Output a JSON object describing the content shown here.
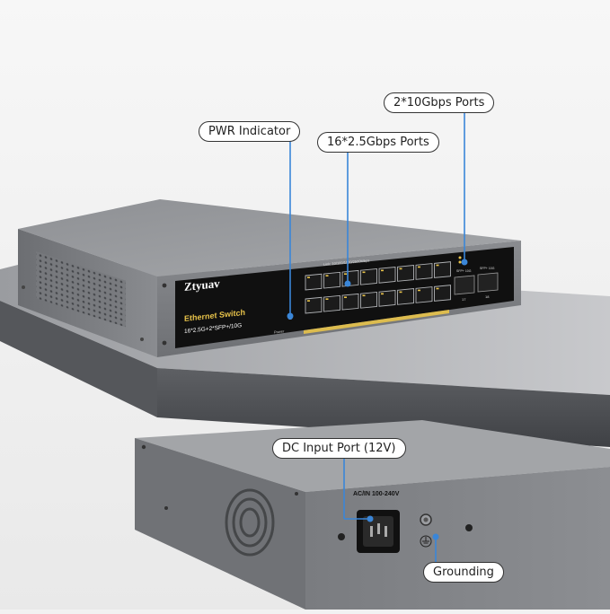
{
  "callouts": {
    "pwr_indicator": "PWR Indicator",
    "ports_2_5g": "16*2.5Gbps Ports",
    "ports_10g": "2*10Gbps Ports",
    "dc_input": "DC Input Port (12V)",
    "grounding": "Grounding"
  },
  "front_panel": {
    "brand": "Ztyuav",
    "product": "Ethernet Switch",
    "spec": "16*2.5G+2*SFP+/10G",
    "power_label": "Power",
    "port_header": "Link: 10/100/1000/2500Mbps",
    "sfp_header_1": "SFP+ 10G",
    "sfp_header_2": "SFP+ 10G",
    "sfp_label_1": "17",
    "sfp_label_2": "18"
  },
  "rear_panel": {
    "ac_label": "AC/IN 100-240V"
  },
  "colors": {
    "callout_line": "#3a86d8",
    "switch_body": "#7d7f82",
    "front_face": "#111111",
    "accent_yellow": "#e8c34a"
  }
}
